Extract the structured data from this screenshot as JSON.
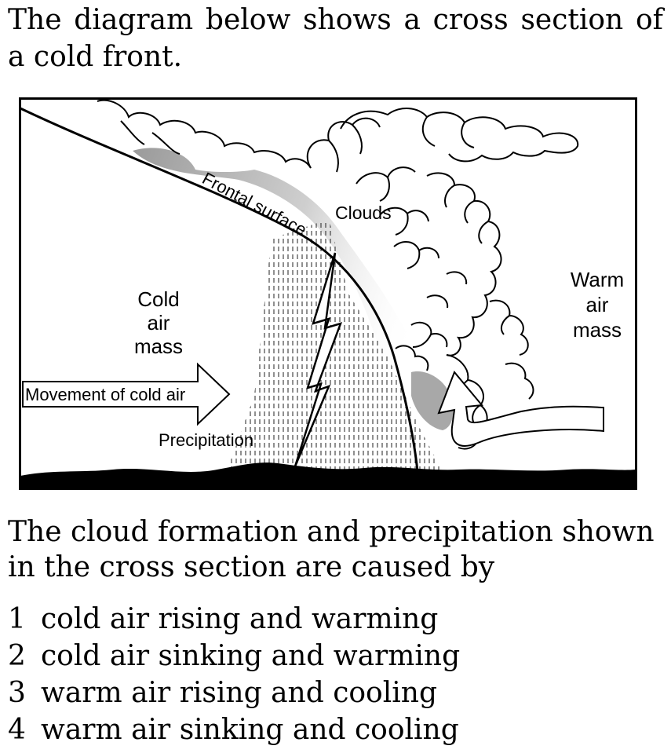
{
  "intro_text": "The diagram below shows a cross section of a cold front.",
  "diagram": {
    "labels": {
      "frontal_surface": "Frontal surface",
      "clouds": "Clouds",
      "cold_air_mass": [
        "Cold",
        "air",
        "mass"
      ],
      "warm_air_mass": [
        "Warm",
        "air",
        "mass"
      ],
      "movement": "Movement of cold air",
      "precipitation": "Precipitation"
    },
    "icons": [
      "cloud-mass",
      "lightning-bolt",
      "rain-lines",
      "arrow-right",
      "curved-arrow-up",
      "ground"
    ]
  },
  "question_text": "The cloud formation and precipitation shown in the cross section are caused by",
  "options": [
    {
      "number": "1",
      "text": "cold air rising and warming"
    },
    {
      "number": "2",
      "text": "cold air sinking and warming"
    },
    {
      "number": "3",
      "text": "warm air rising and cooling"
    },
    {
      "number": "4",
      "text": "warm air sinking and cooling"
    }
  ]
}
